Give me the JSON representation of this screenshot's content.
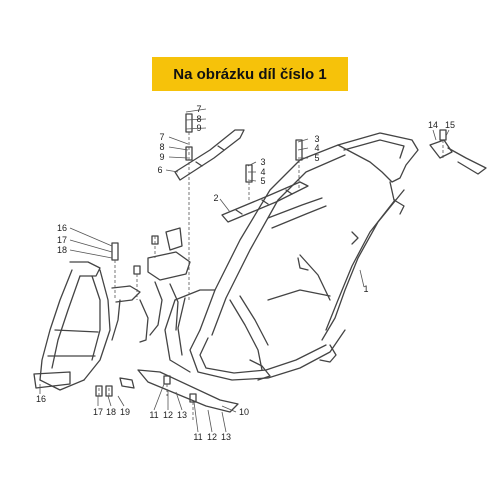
{
  "banner": {
    "text": "Na obrázku díl číslo 1",
    "color": "#f6c20a"
  },
  "diagram": {
    "line_color": "#444444",
    "labels": [
      {
        "id": "l1",
        "text": "1"
      },
      {
        "id": "l2",
        "text": "2"
      },
      {
        "id": "l3a",
        "text": "3"
      },
      {
        "id": "l4a",
        "text": "4"
      },
      {
        "id": "l5a",
        "text": "5"
      },
      {
        "id": "l3b",
        "text": "3"
      },
      {
        "id": "l4b",
        "text": "4"
      },
      {
        "id": "l5b",
        "text": "5"
      },
      {
        "id": "l6",
        "text": "6"
      },
      {
        "id": "l7a",
        "text": "7"
      },
      {
        "id": "l8a",
        "text": "8"
      },
      {
        "id": "l9a",
        "text": "9"
      },
      {
        "id": "l7b",
        "text": "7"
      },
      {
        "id": "l8b",
        "text": "8"
      },
      {
        "id": "l9b",
        "text": "9"
      },
      {
        "id": "l10",
        "text": "10"
      },
      {
        "id": "l11a",
        "text": "11"
      },
      {
        "id": "l12a",
        "text": "12"
      },
      {
        "id": "l13a",
        "text": "13"
      },
      {
        "id": "l11b",
        "text": "11"
      },
      {
        "id": "l12b",
        "text": "12"
      },
      {
        "id": "l13b",
        "text": "13"
      },
      {
        "id": "l14",
        "text": "14"
      },
      {
        "id": "l15",
        "text": "15"
      },
      {
        "id": "l16",
        "text": "16"
      },
      {
        "id": "l17a",
        "text": "17"
      },
      {
        "id": "l18a",
        "text": "18"
      },
      {
        "id": "l19a",
        "text": "19"
      },
      {
        "id": "l17b",
        "text": "17"
      },
      {
        "id": "l18b",
        "text": "18"
      },
      {
        "id": "l19b",
        "text": "19"
      }
    ]
  }
}
